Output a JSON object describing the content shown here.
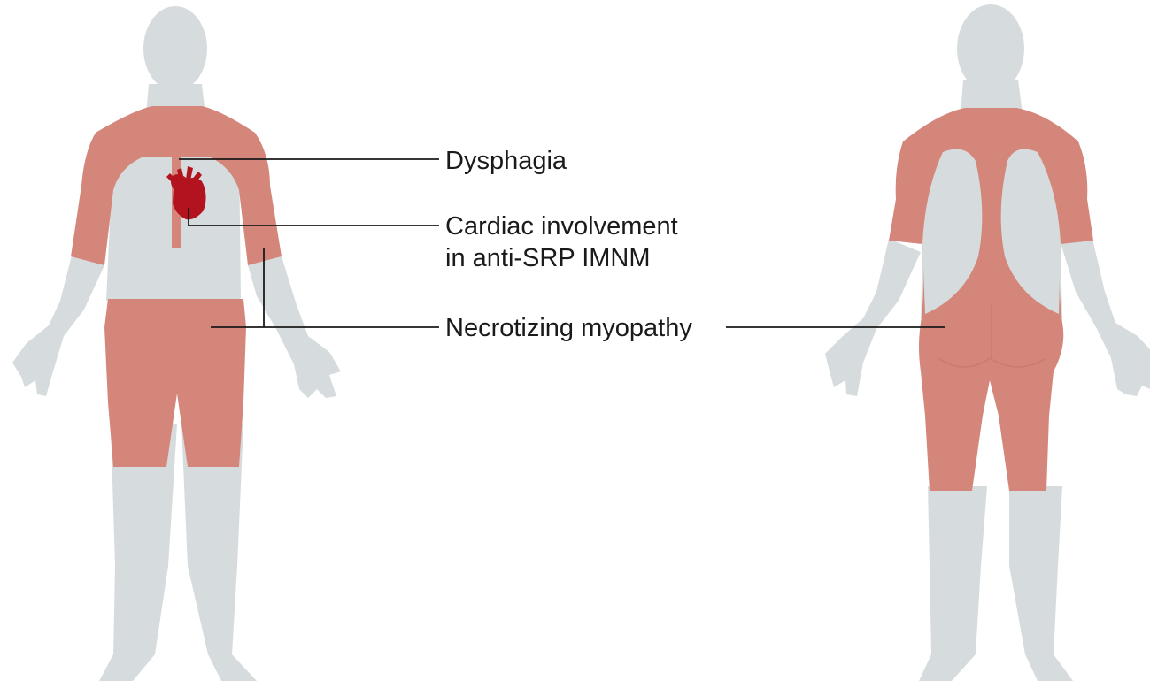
{
  "labels": {
    "dysphagia": "Dysphagia",
    "cardiac_line1": "Cardiac involvement",
    "cardiac_line2": "in anti-SRP IMNM",
    "necrotizing": "Necrotizing myopathy"
  },
  "colors": {
    "skin": "#d6dcdd",
    "muscle": "#d4867a",
    "heart": "#b3131f",
    "line": "#1a1a1a"
  },
  "icons": {
    "heart": "heart-icon",
    "front_body": "front-body-figure",
    "back_body": "back-body-figure"
  }
}
